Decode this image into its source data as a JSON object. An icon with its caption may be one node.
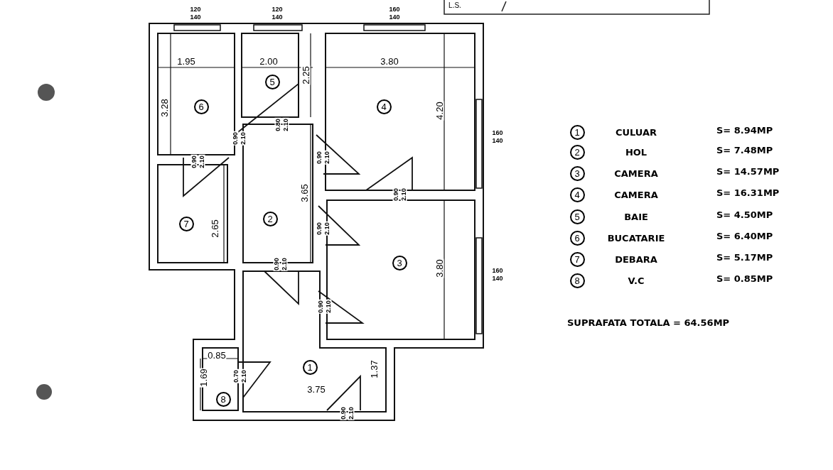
{
  "diagram": {
    "labels": [
      "L.S.",
      "120",
      "140",
      "120",
      "140",
      "160",
      "140",
      "1.95",
      "2.00",
      "3.80",
      "2.25",
      "5",
      "3.28",
      "6",
      "4",
      "4.20",
      "0.80",
      "2.10",
      "160",
      "140",
      "0.90",
      "2.10",
      "0.90",
      "2.10",
      "0.90",
      "2.10",
      "0.90",
      "2.10",
      "3.65",
      "2.65",
      "7",
      "2",
      "0.90",
      "2.10",
      "0.90",
      "2.10",
      "3",
      "3.80",
      "160",
      "140",
      "0.90",
      "2.10",
      "0.85",
      "1.69",
      "0.70",
      "2.10",
      "1",
      "3.75",
      "1.37",
      "8",
      "0.90",
      "2.10",
      "1",
      "CULUAR",
      "S= 8.94MP",
      "2",
      "HOL",
      "S= 7.48MP",
      "3",
      "CAMERA",
      "S= 14.57MP",
      "4",
      "CAMERA",
      "S= 16.31MP",
      "5",
      "BAIE",
      "S= 4.50MP",
      "6",
      "BUCATARIE",
      "S= 6.40MP",
      "7",
      "DEBARA",
      "S= 5.17MP",
      "8",
      "V.C",
      "S= 0.85MP",
      "SUPRAFATA TOTALA = 64.56MP"
    ]
  }
}
